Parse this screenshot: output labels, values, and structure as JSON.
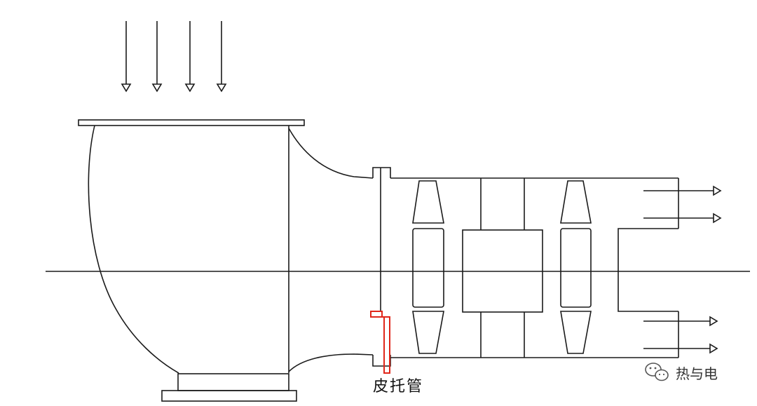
{
  "diagram": {
    "pitot_label": "皮托管",
    "watermark": {
      "text": "热与电",
      "icon": "wechat-icon"
    },
    "colors": {
      "line": "#1a1a1a",
      "pitot_tube": "#e0261a",
      "background": "#ffffff"
    },
    "inlet_arrow_count": 4,
    "outlet_arrow_count": 4
  }
}
